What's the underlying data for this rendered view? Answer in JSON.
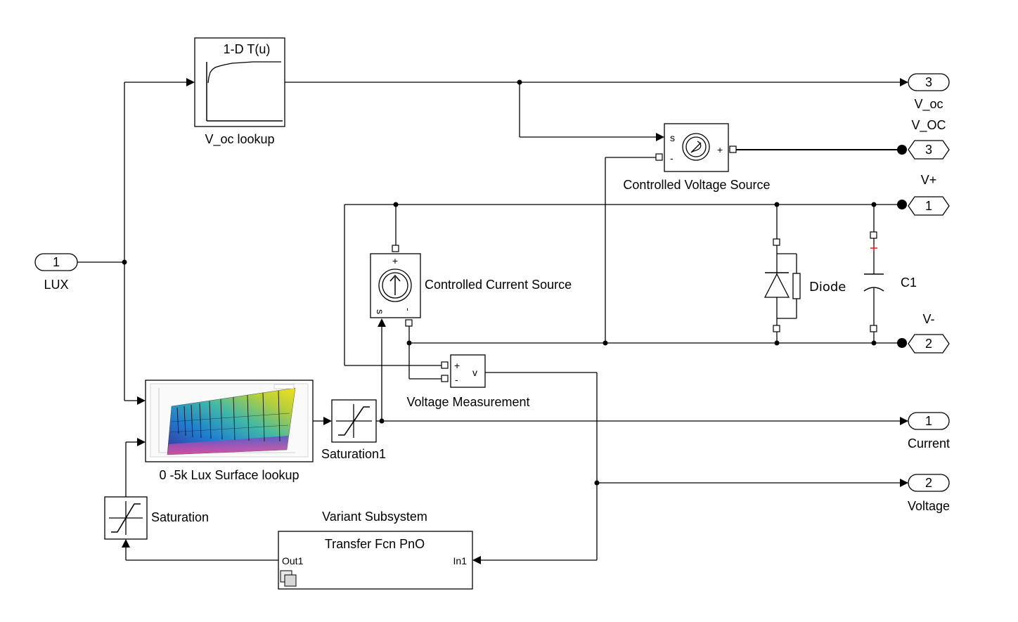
{
  "inports": [
    {
      "number": "1",
      "label": "LUX"
    }
  ],
  "outports": [
    {
      "number": "3",
      "label": "V_oc"
    },
    {
      "number": "1",
      "label": "Current"
    },
    {
      "number": "2",
      "label": "Voltage"
    }
  ],
  "connection_ports": [
    {
      "number": "3",
      "label": "V_OC"
    },
    {
      "number": "1",
      "label": "V+"
    },
    {
      "number": "2",
      "label": "V-"
    }
  ],
  "blocks": {
    "voc_lookup": {
      "title": "1-D T(u)",
      "label": "V_oc lookup"
    },
    "cvs": {
      "label": "Controlled Voltage Source",
      "port_s": "s",
      "port_minus": "-",
      "port_plus": "+"
    },
    "ccs": {
      "label": "Controlled Current Source",
      "port_plus": "+",
      "port_s": "s",
      "port_minus": "-"
    },
    "diode": {
      "label": "Diode"
    },
    "capacitor": {
      "label": "C1"
    },
    "vmeas": {
      "label": "Voltage Measurement",
      "port_plus": "+",
      "port_minus": "-",
      "port_v": "v"
    },
    "surface_lookup": {
      "label": "0 -5k Lux Surface lookup"
    },
    "saturation1": {
      "label": "Saturation1"
    },
    "saturation": {
      "label": "Saturation"
    },
    "variant": {
      "label": "Variant Subsystem",
      "inner": "Transfer Fcn PnO",
      "port_out": "Out1",
      "port_in": "In1"
    }
  }
}
